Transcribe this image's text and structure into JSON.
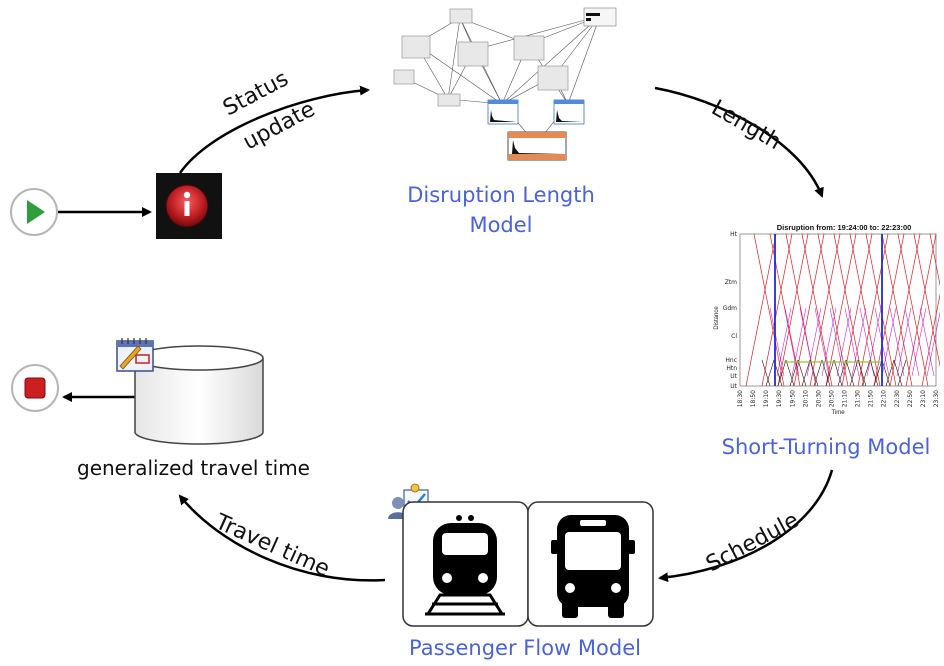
{
  "labels": {
    "disruption_length_model": "Disruption Length\nModel",
    "short_turning_model": "Short-Turning Model",
    "passenger_flow_model": "Passenger Flow Model",
    "generalized_travel_time": "generalized travel time"
  },
  "arrow_texts": {
    "status": "Status",
    "update": "update",
    "length": "Length",
    "schedule": "Schedule",
    "travel_time": "Travel time"
  },
  "short_turning_chart": {
    "title": "Disruption from: 19:24:00 to: 22:23:00",
    "ylabel": "Distance",
    "xlabel": "Time",
    "y_ticks": [
      "Ht",
      "Ztm",
      "Gdm",
      "Cl",
      "Hnc",
      "Htn",
      "Ut",
      "Ut"
    ],
    "x_ticks": [
      "18:30",
      "18:50",
      "19:10",
      "19:30",
      "19:50",
      "20:10",
      "20:30",
      "20:50",
      "21:10",
      "21:30",
      "21:50",
      "22:10",
      "22:30",
      "22:50",
      "23:10",
      "23:30"
    ]
  },
  "colors": {
    "label_blue": "#4a63d6",
    "start_green": "#2e9e3a",
    "stop_red": "#cc1f1f",
    "info_red": "#c0282d"
  },
  "icons": {
    "start": "play-icon",
    "stop": "stop-icon",
    "status": "info-icon",
    "database": "database-icon",
    "calendar": "calendar-icon",
    "user_task": "user-task-icon",
    "train": "train-icon",
    "bus": "bus-icon"
  }
}
